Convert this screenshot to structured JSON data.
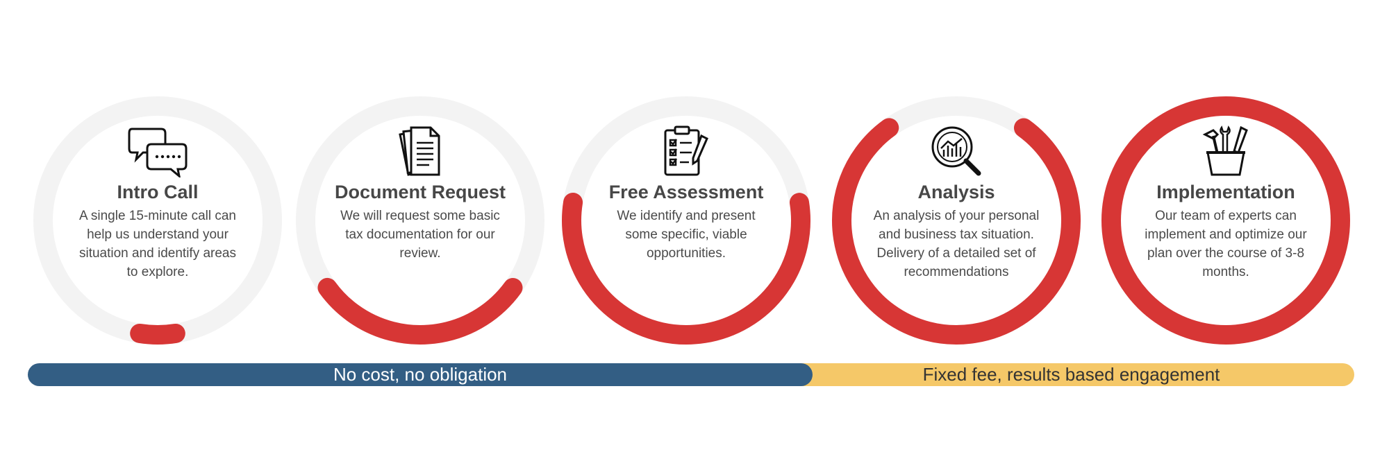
{
  "colors": {
    "track": "#f3f3f3",
    "progress": "#d73635",
    "blue_band": "#335e84",
    "yellow_band": "#f5c868"
  },
  "steps": [
    {
      "title": "Intro Call",
      "icon": "chat-bubbles-icon",
      "progress": 0.05,
      "description": "A single 15-minute call can help us understand your situation and identify areas to explore."
    },
    {
      "title": "Document Request",
      "icon": "documents-icon",
      "progress": 0.3,
      "description": "We will request some basic tax documentation for our review."
    },
    {
      "title": "Free Assessment",
      "icon": "checklist-clipboard-icon",
      "progress": 0.55,
      "description": "We identify and present some specific, viable opportunities."
    },
    {
      "title": "Analysis",
      "icon": "magnifier-chart-icon",
      "progress": 0.8,
      "description": "An analysis of your personal and business tax situation. Delivery of a detailed set of recommendations"
    },
    {
      "title": "Implementation",
      "icon": "toolbox-icon",
      "progress": 1.0,
      "description": "Our team of experts can implement and optimize our plan over the course of 3-8 months."
    }
  ],
  "bands": {
    "free": "No cost, no obligation",
    "paid": "Fixed fee, results based engagement"
  }
}
